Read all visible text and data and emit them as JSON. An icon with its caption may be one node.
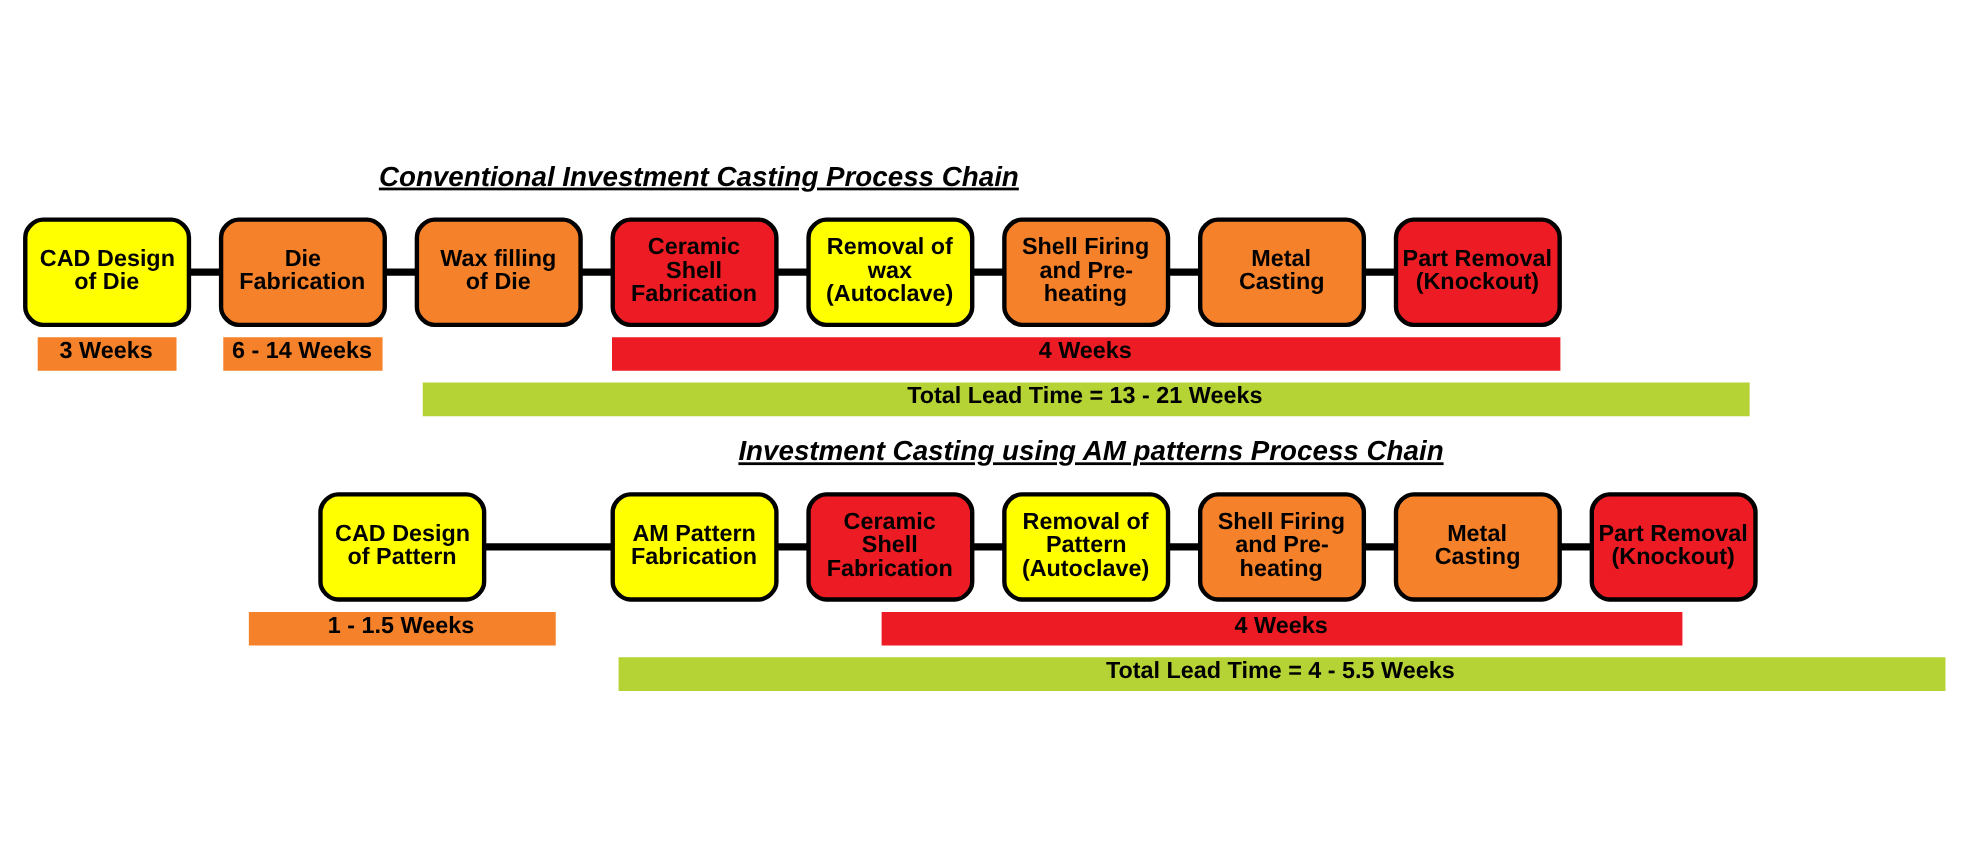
{
  "diagram": {
    "nodes": [
      {
        "text": [
          "CAD Design of Die"
        ]
      },
      {
        "text": [
          "Die Fabrication"
        ]
      },
      {
        "text": [
          "Wax filling of Die"
        ]
      },
      {
        "text": [
          "Ceramic Shell Fabrication"
        ]
      },
      {
        "text": [
          "Removal of wax (Autoclave)"
        ]
      },
      {
        "text": [
          "Shell Firing and Pre-heating"
        ]
      },
      {
        "text": [
          "Metal Casting"
        ]
      },
      {
        "text": [
          "Part Removal (Knockout)"
        ]
      },
      {
        "text": [
          "3 Weeks"
        ]
      },
      {
        "text": [
          "6 - 14 Weeks"
        ]
      },
      {
        "text": [
          "4 Weeks"
        ]
      },
      {
        "text": [
          "Total Lead Time = 13 - 21 Weeks"
        ]
      },
      {
        "text": [
          "CAD Design of Pattern"
        ]
      },
      {
        "text": [
          "AM Pattern Fabrication"
        ]
      },
      {
        "text": [
          "Ceramic Shell Fabrication"
        ]
      },
      {
        "text": [
          "Removal of Pattern (Autoclave)"
        ]
      },
      {
        "text": [
          "Shell Firing and Pre-heating"
        ]
      },
      {
        "text": [
          "Metal Casting"
        ]
      },
      {
        "text": [
          "Part Removal (Knockout)"
        ]
      },
      {
        "text": [
          "1 - 1.5 Weeks"
        ]
      },
      {
        "text": [
          "4 Weeks"
        ]
      },
      {
        "text": [
          "Total Lead Time = 4 - 5.5 Weeks"
        ]
      }
    ],
    "edges": [
      {
        "from": 0,
        "to": 1,
        "arrow": "none"
      },
      {
        "from": 1,
        "to": 2,
        "arrow": "none"
      },
      {
        "from": 2,
        "to": 3,
        "arrow": "none"
      },
      {
        "from": 3,
        "to": 4,
        "arrow": "none"
      },
      {
        "from": 4,
        "to": 5,
        "arrow": "none"
      },
      {
        "from": 5,
        "to": 6,
        "arrow": "none"
      },
      {
        "from": 6,
        "to": 7,
        "arrow": "none"
      },
      {
        "from": 12,
        "to": 13,
        "arrow": "none"
      },
      {
        "from": 13,
        "to": 14,
        "arrow": "none"
      },
      {
        "from": 14,
        "to": 15,
        "arrow": "none"
      },
      {
        "from": 15,
        "to": 16,
        "arrow": "none"
      },
      {
        "from": 16,
        "to": 17,
        "arrow": "none"
      },
      {
        "from": 17,
        "to": 18,
        "arrow": "none"
      }
    ],
    "labels": [
      "Conventional Investment Casting Process Chain",
      "Investment Casting using AM patterns Process Chain"
    ]
  }
}
